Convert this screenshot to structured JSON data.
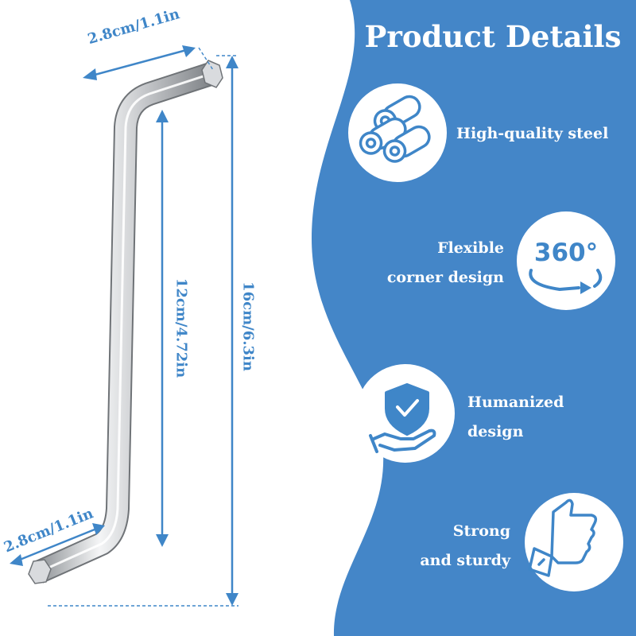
{
  "panel": {
    "title": "Product Details",
    "background_color": "#4486c8"
  },
  "features": [
    {
      "label_lines": [
        "High-quality steel"
      ],
      "icon": "steel-rods-icon"
    },
    {
      "label_lines": [
        "Flexible",
        "corner design"
      ],
      "icon": "rotate-360-icon",
      "icon_text": "360°"
    },
    {
      "label_lines": [
        "Humanized",
        "design"
      ],
      "icon": "shield-hand-icon"
    },
    {
      "label_lines": [
        "Strong",
        "and sturdy"
      ],
      "icon": "thumbs-up-icon"
    }
  ],
  "dimensions": {
    "top_arm": "2.8cm/1.1in",
    "bottom_arm": "2.8cm/1.1in",
    "inner_length": "12cm/4.72in",
    "total_length": "16cm/6.3in"
  },
  "colors": {
    "accent": "#3f86c8",
    "steel": "#b9bcc0"
  }
}
